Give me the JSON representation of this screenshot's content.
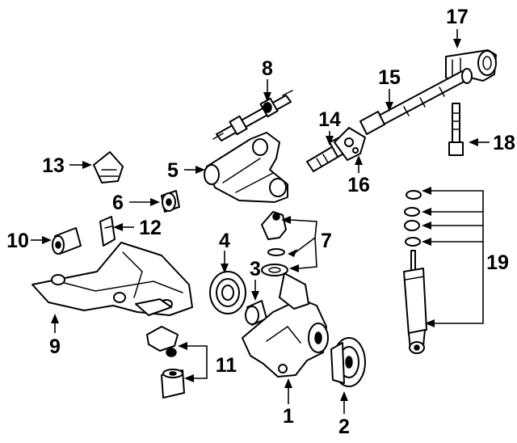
{
  "colors": {
    "ink": "#000000",
    "paper": "#ffffff"
  },
  "callouts": [
    {
      "id": "c1",
      "label": "1"
    },
    {
      "id": "c2",
      "label": "2"
    },
    {
      "id": "c3",
      "label": "3"
    },
    {
      "id": "c4",
      "label": "4"
    },
    {
      "id": "c5",
      "label": "5"
    },
    {
      "id": "c6",
      "label": "6"
    },
    {
      "id": "c7",
      "label": "7"
    },
    {
      "id": "c8",
      "label": "8"
    },
    {
      "id": "c9",
      "label": "9"
    },
    {
      "id": "c10",
      "label": "10"
    },
    {
      "id": "c11",
      "label": "11"
    },
    {
      "id": "c12",
      "label": "12"
    },
    {
      "id": "c13",
      "label": "13"
    },
    {
      "id": "c14",
      "label": "14"
    },
    {
      "id": "c15",
      "label": "15"
    },
    {
      "id": "c16",
      "label": "16"
    },
    {
      "id": "c17",
      "label": "17"
    },
    {
      "id": "c18",
      "label": "18"
    },
    {
      "id": "c19",
      "label": "19"
    }
  ]
}
